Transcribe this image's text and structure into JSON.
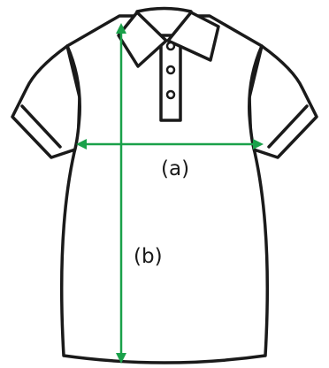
{
  "diagram": {
    "measurements": [
      {
        "id": "a",
        "label": "(a)"
      },
      {
        "id": "b",
        "label": "(b)"
      }
    ],
    "colors": {
      "outline": "#1a1a1a",
      "fill": "#ffffff",
      "measure_line": "#1aa14a"
    },
    "icons": [
      "polo-shirt-icon",
      "button-icon"
    ]
  }
}
